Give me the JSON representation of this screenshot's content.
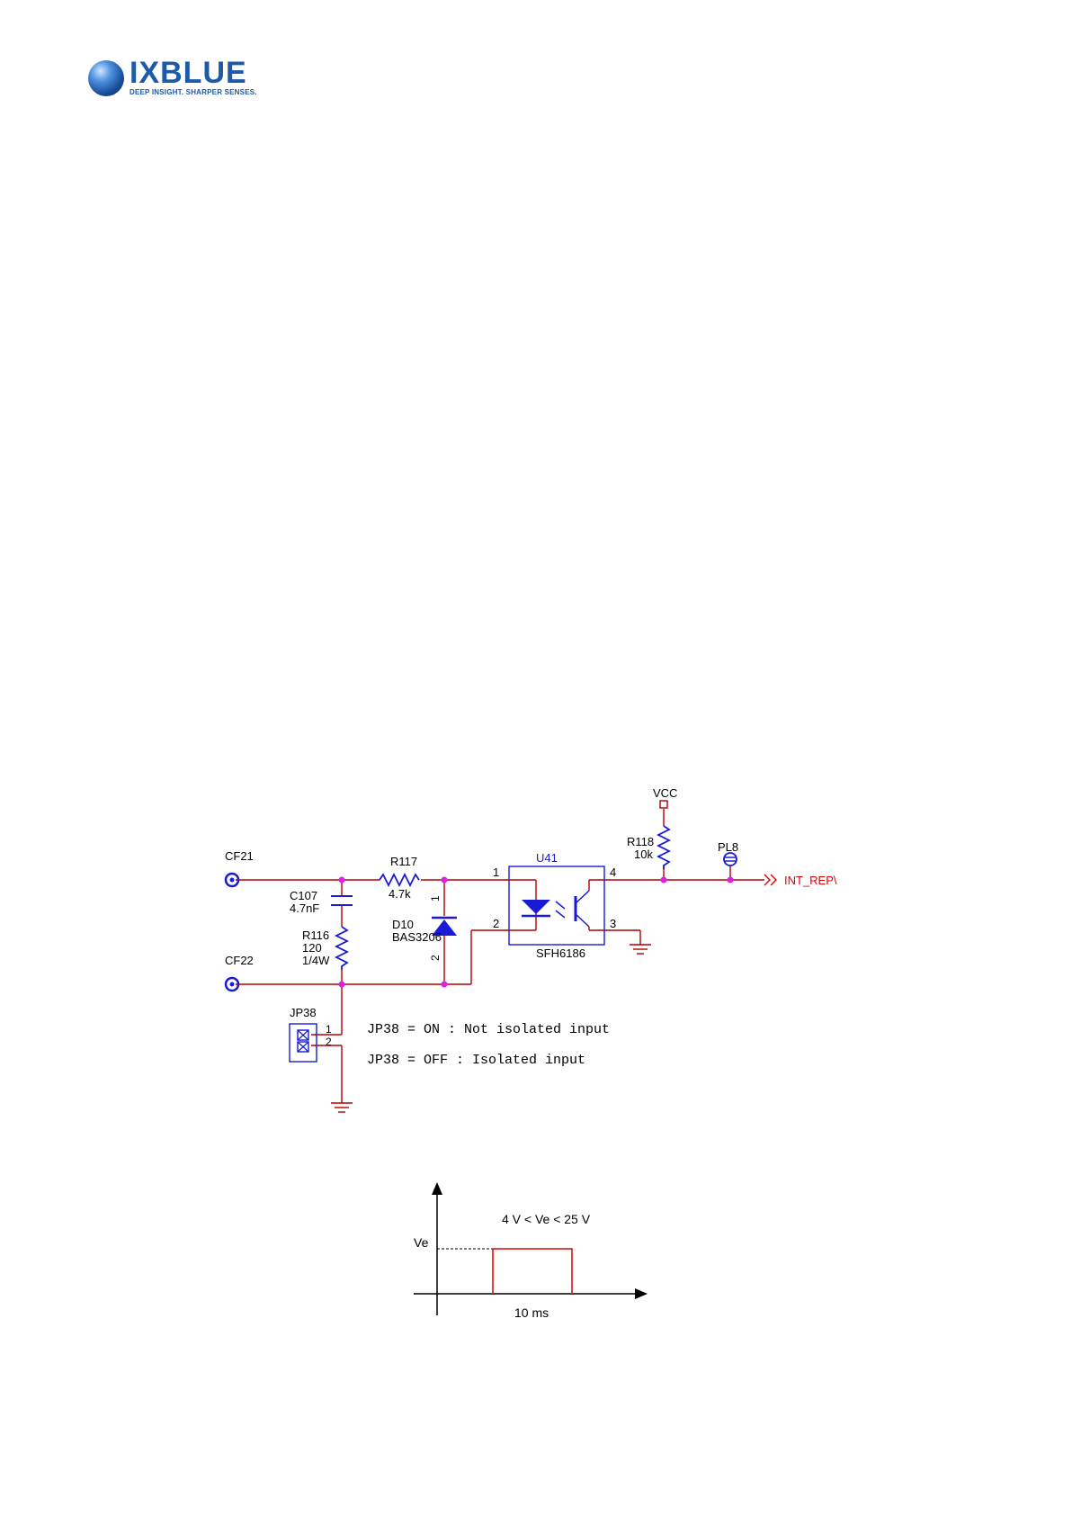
{
  "logo": {
    "brand": "IXBLUE",
    "tagline": "DEEP INSIGHT. SHARPER SENSES."
  },
  "schematic": {
    "connectors": [
      "CF21",
      "CF22"
    ],
    "capacitor": {
      "ref": "C107",
      "value": "4.7nF"
    },
    "resistor_r116": {
      "ref": "R116",
      "value": "120",
      "power": "1/4W"
    },
    "resistor_r117": {
      "ref": "R117",
      "value": "4.7k"
    },
    "resistor_r118": {
      "ref": "R118",
      "value": "10k"
    },
    "diode": {
      "ref": "D10",
      "part": "BAS3206",
      "pin1": "1",
      "pin2": "2"
    },
    "optocoupler": {
      "ref": "U41",
      "part": "SFH6186",
      "pin1": "1",
      "pin2": "2",
      "pin3": "3",
      "pin4": "4"
    },
    "supply": "VCC",
    "testpoint": "PL8",
    "output_net": "INT_REP\\",
    "jumper": {
      "ref": "JP38",
      "pin1": "1",
      "pin2": "2"
    },
    "notes": [
      "JP38 = ON : Not isolated input",
      "JP38 = OFF : Isolated input"
    ]
  },
  "pulse": {
    "range_label": "4 V < Ve < 25 V",
    "level_label": "Ve",
    "width_label": "10 ms"
  },
  "colors": {
    "wire": "#b30000",
    "component": "#1a1ad6",
    "junction": "#e020e0",
    "label": "#000000",
    "output": "#e00000",
    "logo": "#1d5aa8"
  }
}
